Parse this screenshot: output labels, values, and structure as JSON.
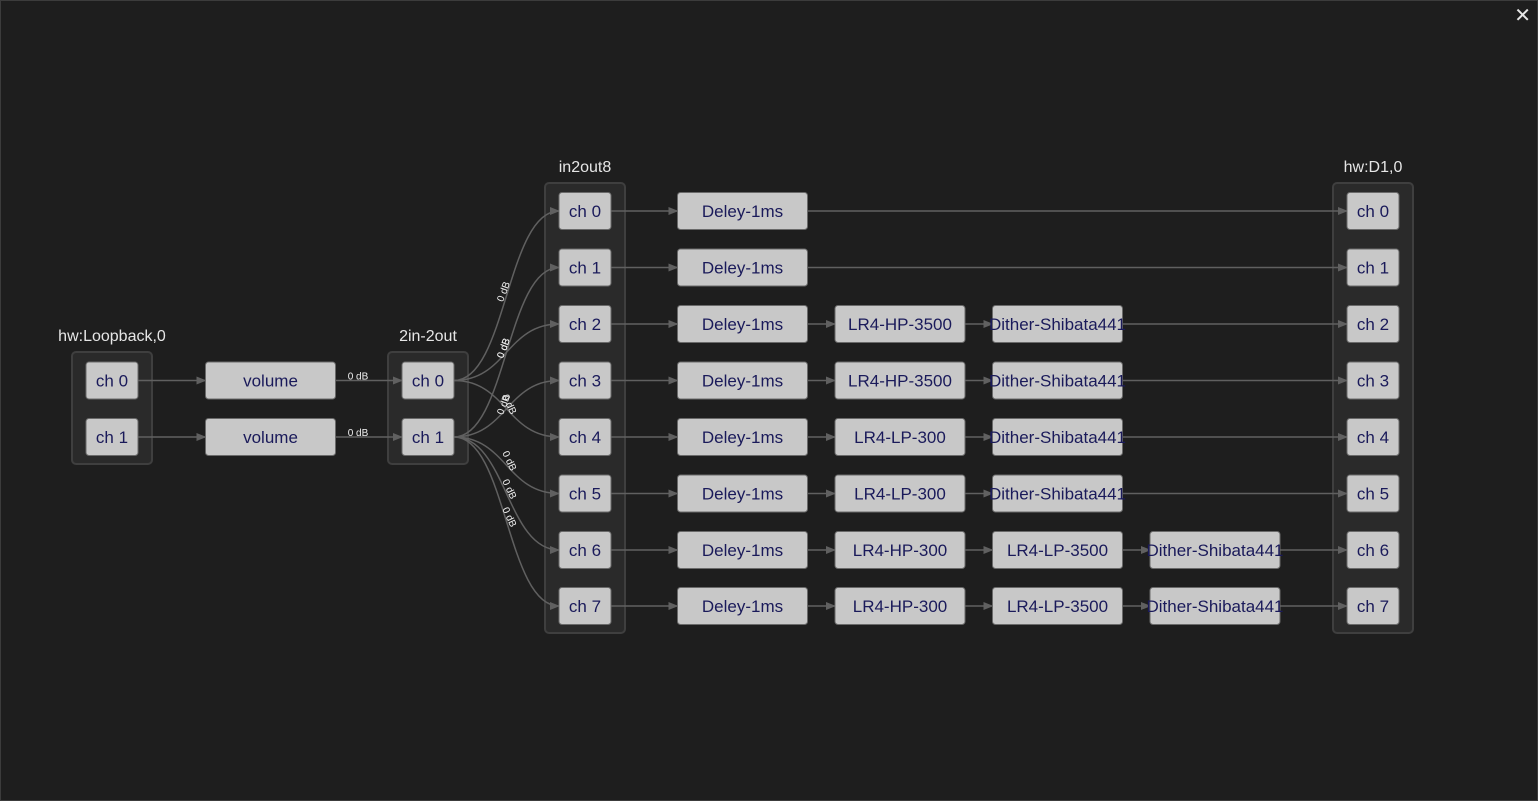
{
  "window": {
    "close_label": "✕"
  },
  "groups": [
    {
      "id": "g-loopback",
      "title": "hw:Loopback,0",
      "channels": [
        "ch 0",
        "ch 1"
      ]
    },
    {
      "id": "g-2in2out",
      "title": "2in-2out",
      "channels": [
        "ch 0",
        "ch 1"
      ]
    },
    {
      "id": "g-in2out8",
      "title": "in2out8",
      "channels": [
        "ch 0",
        "ch 1",
        "ch 2",
        "ch 3",
        "ch 4",
        "ch 5",
        "ch 6",
        "ch 7"
      ]
    },
    {
      "id": "g-hwd1",
      "title": "hw:D1,0",
      "channels": [
        "ch 0",
        "ch 1",
        "ch 2",
        "ch 3",
        "ch 4",
        "ch 5",
        "ch 6",
        "ch 7"
      ]
    }
  ],
  "volume_chain": [
    {
      "label": "volume",
      "gain": "0 dB"
    },
    {
      "label": "volume",
      "gain": "0 dB"
    }
  ],
  "mixer_routes": [
    {
      "from": 0,
      "to": 0,
      "gain": "0 dB"
    },
    {
      "from": 0,
      "to": 2,
      "gain": "0 dB"
    },
    {
      "from": 0,
      "to": 4,
      "gain": "0 dB"
    },
    {
      "from": 1,
      "to": 1,
      "gain": "0 dB"
    },
    {
      "from": 1,
      "to": 3,
      "gain": "0 dB"
    },
    {
      "from": 1,
      "to": 5,
      "gain": "0 dB"
    },
    {
      "from": 1,
      "to": 6,
      "gain": "0 dB"
    },
    {
      "from": 1,
      "to": 7,
      "gain": "0 dB"
    }
  ],
  "filter_chains": [
    [
      "Deley-1ms"
    ],
    [
      "Deley-1ms"
    ],
    [
      "Deley-1ms",
      "LR4-HP-3500",
      "Dither-Shibata441"
    ],
    [
      "Deley-1ms",
      "LR4-HP-3500",
      "Dither-Shibata441"
    ],
    [
      "Deley-1ms",
      "LR4-LP-300",
      "Dither-Shibata441"
    ],
    [
      "Deley-1ms",
      "LR4-LP-300",
      "Dither-Shibata441"
    ],
    [
      "Deley-1ms",
      "LR4-HP-300",
      "LR4-LP-3500",
      "Dither-Shibata441"
    ],
    [
      "Deley-1ms",
      "LR4-HP-300",
      "LR4-LP-3500",
      "Dither-Shibata441"
    ]
  ],
  "colors": {
    "background": "#1e1e1e",
    "node": "#c8c8c8",
    "node_text": "#1a1a5a",
    "edge": "#606060"
  }
}
